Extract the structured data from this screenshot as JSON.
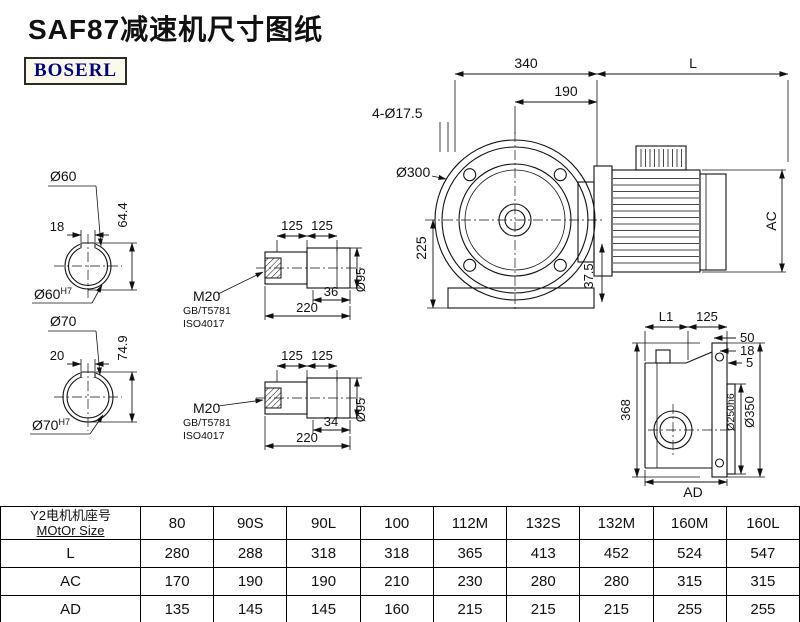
{
  "header": {
    "title": "SAF87减速机尺寸图纸",
    "logo": "BOSERL"
  },
  "front_view": {
    "dim_340": "340",
    "dim_L": "L",
    "dim_190": "190",
    "dim_holes": "4-Ø17.5",
    "dim_flange": "Ø300",
    "dim_225": "225",
    "dim_37_5": "37.5",
    "dim_AC": "AC"
  },
  "side_view": {
    "dim_L1": "L1",
    "dim_125": "125",
    "dim_50": "50",
    "dim_18": "18",
    "dim_5": "5",
    "dim_368": "368",
    "dim_spigot": "Ø250h6",
    "dim_flange": "Ø350",
    "dim_AD": "AD"
  },
  "shaft_end_top": {
    "dia": "Ø60",
    "key_w": "18",
    "key_h": "64.4",
    "bore": "Ø60",
    "bore_tol": "H7"
  },
  "shaft_end_bottom": {
    "dia": "Ø70",
    "key_w": "20",
    "key_h": "74.9",
    "bore": "Ø70",
    "bore_tol": "H7"
  },
  "shaft_top": {
    "dim_125a": "125",
    "dim_125b": "125",
    "thread": "M20",
    "std1": "GB/T5781",
    "std2": "ISO4017",
    "dim_36": "36",
    "dim_220": "220",
    "dia": "Ø95"
  },
  "shaft_bottom": {
    "dim_125a": "125",
    "dim_125b": "125",
    "thread": "M20",
    "std1": "GB/T5781",
    "std2": "ISO4017",
    "dim_34": "34",
    "dim_220": "220",
    "dia": "Ø95"
  },
  "table": {
    "row_header_line1": "Y2电机机座号",
    "row_header_line2": "MOtOr Size",
    "columns": [
      "80",
      "90S",
      "90L",
      "100",
      "112M",
      "132S",
      "132M",
      "160M",
      "160L"
    ],
    "rows": [
      {
        "label": "L",
        "values": [
          "280",
          "288",
          "318",
          "318",
          "365",
          "413",
          "452",
          "524",
          "547"
        ]
      },
      {
        "label": "AC",
        "values": [
          "170",
          "190",
          "190",
          "210",
          "230",
          "280",
          "280",
          "315",
          "315"
        ]
      },
      {
        "label": "AD",
        "values": [
          "135",
          "145",
          "145",
          "160",
          "215",
          "215",
          "215",
          "255",
          "255"
        ]
      }
    ]
  }
}
